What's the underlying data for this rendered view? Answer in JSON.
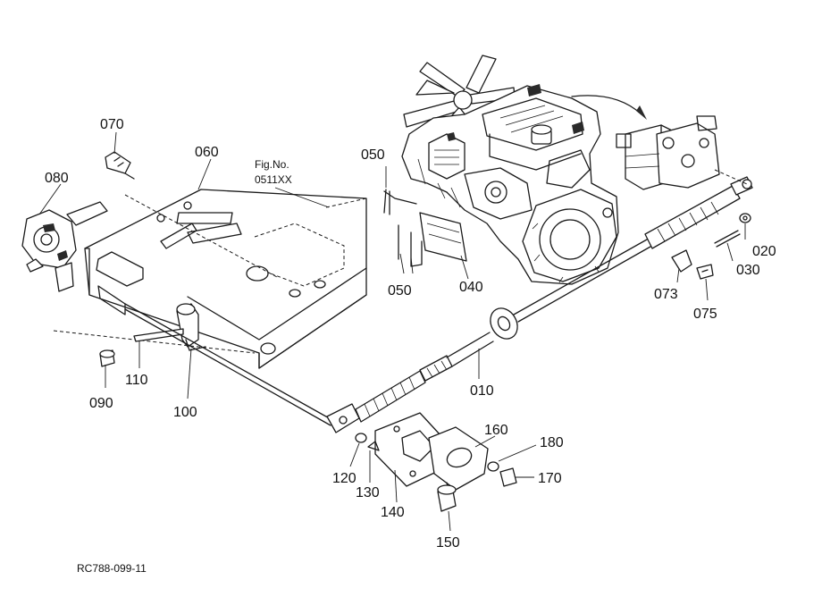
{
  "figure_ref": {
    "line1": "Fig.No.",
    "line2": "0511XX"
  },
  "drawing_code": "RC788-099-11",
  "part_labels": {
    "p010": "010",
    "p020": "020",
    "p030": "030",
    "p040": "040",
    "p050a": "050",
    "p050b": "050",
    "p060": "060",
    "p070": "070",
    "p073": "073",
    "p075": "075",
    "p080": "080",
    "p090": "090",
    "p100": "100",
    "p110": "110",
    "p120": "120",
    "p130": "130",
    "p140": "140",
    "p150": "150",
    "p160": "160",
    "p170": "170",
    "p180": "180"
  }
}
